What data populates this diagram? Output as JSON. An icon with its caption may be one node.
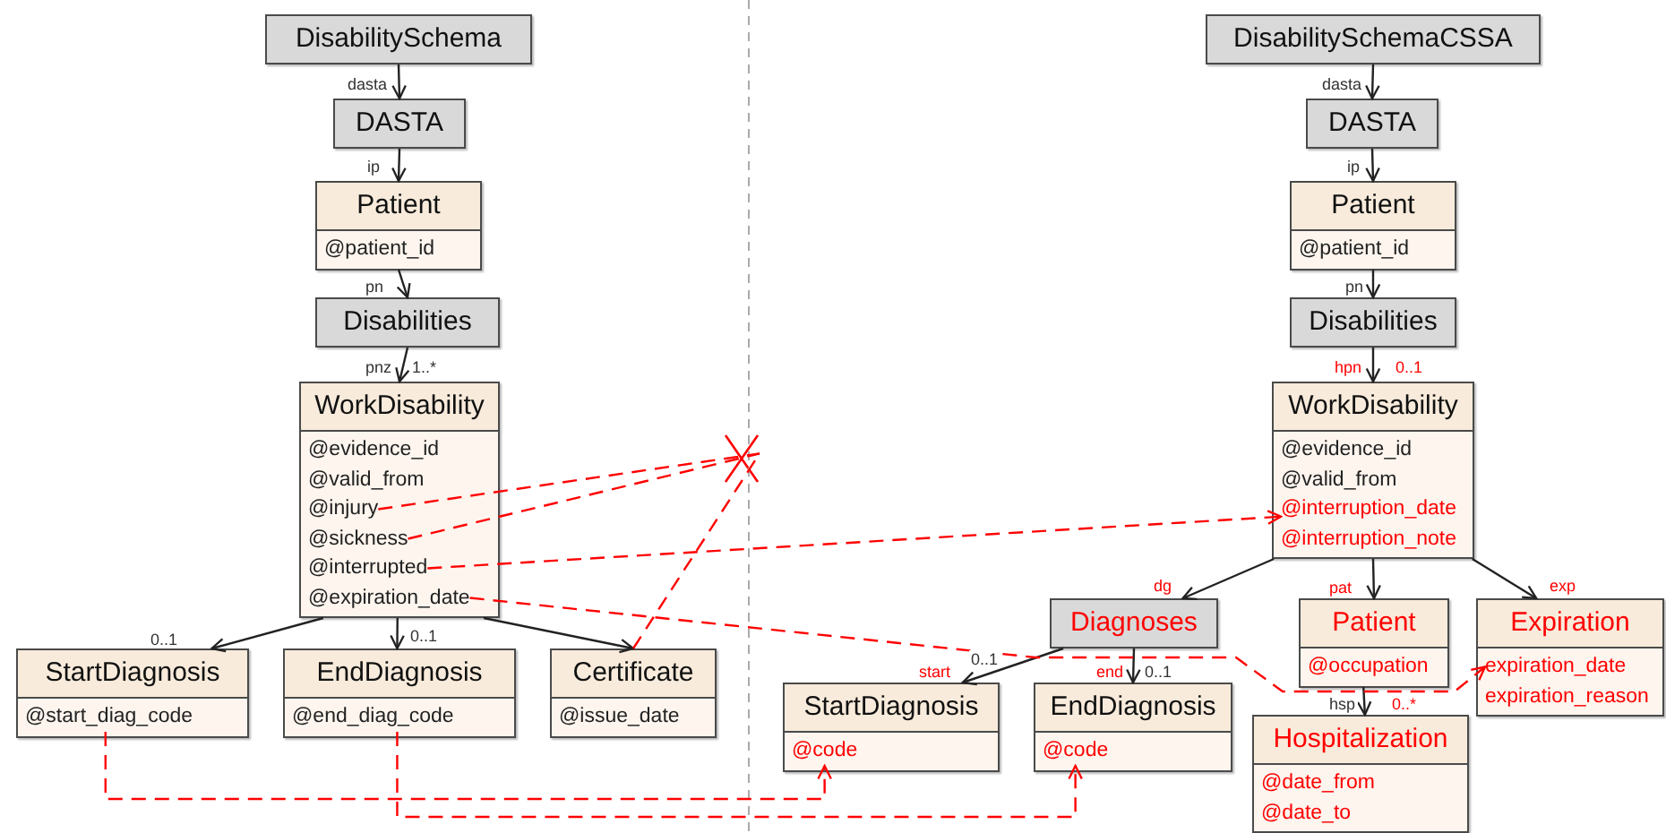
{
  "diagram": {
    "nodes": [
      {
        "text": [
          "DisabilitySchema"
        ]
      },
      {
        "text": [
          "DASTA"
        ]
      },
      {
        "text": [
          "Patient"
        ]
      },
      {
        "text": [
          "@patient_id"
        ],
        "in": 2
      },
      {
        "text": [
          "Disabilities"
        ]
      },
      {
        "text": [
          "WorkDisability"
        ]
      },
      {
        "text": [
          "@evidence_id"
        ],
        "in": 5
      },
      {
        "text": [
          "@valid_from"
        ],
        "in": 5
      },
      {
        "text": [
          "@injury"
        ],
        "in": 5
      },
      {
        "text": [
          "@sickness"
        ],
        "in": 5
      },
      {
        "text": [
          "@interrupted"
        ],
        "in": 5
      },
      {
        "text": [
          "@expiration_date"
        ],
        "in": 5
      },
      {
        "text": [
          "StartDiagnosis"
        ]
      },
      {
        "text": [
          "@start_diag_code"
        ],
        "in": 12
      },
      {
        "text": [
          "EndDiagnosis"
        ]
      },
      {
        "text": [
          "@end_diag_code"
        ],
        "in": 14
      },
      {
        "text": [
          "Certificate"
        ]
      },
      {
        "text": [
          "@issue_date"
        ],
        "in": 16
      },
      {
        "text": [],
        "shape": "cross"
      },
      {
        "text": [
          "DisabilitySchemaCSSA"
        ]
      },
      {
        "text": [
          "DASTA"
        ]
      },
      {
        "text": [
          "Patient"
        ]
      },
      {
        "text": [
          "@patient_id"
        ],
        "in": 21
      },
      {
        "text": [
          "Disabilities"
        ]
      },
      {
        "text": [
          "WorkDisability"
        ]
      },
      {
        "text": [
          "@evidence_id"
        ],
        "in": 24
      },
      {
        "text": [
          "@valid_from"
        ],
        "in": 24
      },
      {
        "text": [
          "@interruption_date"
        ],
        "in": 24
      },
      {
        "text": [
          "@interruption_note"
        ],
        "in": 24
      },
      {
        "text": [
          "Diagnoses"
        ]
      },
      {
        "text": [
          "StartDiagnosis"
        ]
      },
      {
        "text": [
          "@code"
        ],
        "in": 30
      },
      {
        "text": [
          "EndDiagnosis"
        ]
      },
      {
        "text": [
          "@code"
        ],
        "in": 32
      },
      {
        "text": [
          "Patient"
        ]
      },
      {
        "text": [
          "@occupation"
        ],
        "in": 34
      },
      {
        "text": [
          "Expiration"
        ]
      },
      {
        "text": [
          "expiration_date"
        ],
        "in": 36
      },
      {
        "text": [
          "expiration_reason"
        ],
        "in": 36
      },
      {
        "text": [
          "Hospitalization"
        ]
      },
      {
        "text": [
          "@date_from"
        ],
        "in": 39
      },
      {
        "text": [
          "@date_to"
        ],
        "in": 39
      }
    ],
    "edges": [
      {
        "from": 0,
        "to": 1,
        "arrow": "to",
        "label": "dasta"
      },
      {
        "from": 1,
        "to": 2,
        "arrow": "to",
        "label": "ip"
      },
      {
        "from": 2,
        "to": 4,
        "arrow": "to",
        "label": "pn"
      },
      {
        "from": 4,
        "to": 5,
        "arrow": "to",
        "label": "pnz"
      },
      {
        "from": 5,
        "to": 12,
        "arrow": "to"
      },
      {
        "from": 5,
        "to": 14,
        "arrow": "to"
      },
      {
        "from": 5,
        "to": 16,
        "arrow": "to"
      },
      {
        "from": 19,
        "to": 20,
        "arrow": "to",
        "label": "dasta"
      },
      {
        "from": 20,
        "to": 21,
        "arrow": "to",
        "label": "ip"
      },
      {
        "from": 21,
        "to": 23,
        "arrow": "to",
        "label": "pn"
      },
      {
        "from": 23,
        "to": 24,
        "arrow": "to",
        "label": "hpn"
      },
      {
        "from": 24,
        "to": 29,
        "arrow": "to",
        "label": "dg"
      },
      {
        "from": 24,
        "to": 34,
        "arrow": "to",
        "label": "pat"
      },
      {
        "from": 24,
        "to": 36,
        "arrow": "to",
        "label": "exp"
      },
      {
        "from": 29,
        "to": 30,
        "arrow": "to",
        "label": "start"
      },
      {
        "from": 29,
        "to": 32,
        "arrow": "to",
        "label": "end"
      },
      {
        "from": 34,
        "to": 39,
        "arrow": "to",
        "label": "hsp"
      },
      {
        "from": 8,
        "to": 18,
        "arrow": "none",
        "style": "dashed",
        "color": "#ff0000"
      },
      {
        "from": 9,
        "to": 18,
        "arrow": "none",
        "style": "dashed",
        "color": "#ff0000"
      },
      {
        "from": 16,
        "to": 18,
        "arrow": "none",
        "style": "dashed",
        "color": "#ff0000"
      },
      {
        "from": 10,
        "to": 27,
        "arrow": "to",
        "style": "dashed",
        "color": "#ff0000"
      },
      {
        "from": 11,
        "to": 37,
        "arrow": "to",
        "style": "dashed",
        "color": "#ff0000"
      },
      {
        "from": 13,
        "to": 31,
        "arrow": "to",
        "style": "dashed",
        "color": "#ff0000"
      },
      {
        "from": 15,
        "to": 33,
        "arrow": "to",
        "style": "dashed",
        "color": "#ff0000"
      }
    ],
    "labels": [
      "1..*",
      "0..1",
      "0..1",
      "0..1",
      "0..1",
      "0..1",
      "0..*"
    ]
  }
}
